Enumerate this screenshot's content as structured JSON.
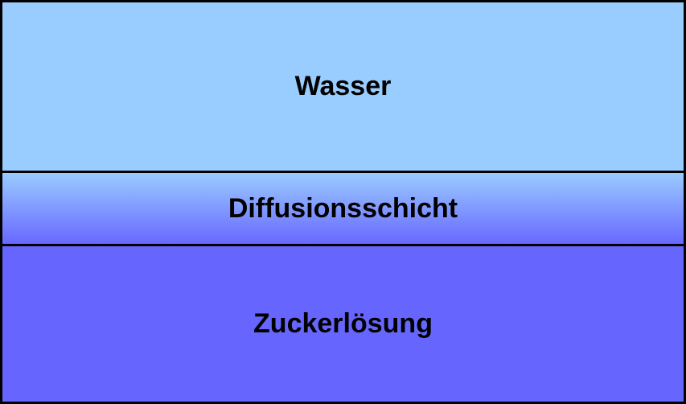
{
  "layers": [
    {
      "label": "Wasser",
      "color": "#99CCFF"
    },
    {
      "label": "Diffusionsschicht",
      "gradient": [
        "#99CCFF",
        "#6666FF"
      ]
    },
    {
      "label": "Zuckerlösung",
      "color": "#6666FF"
    }
  ]
}
